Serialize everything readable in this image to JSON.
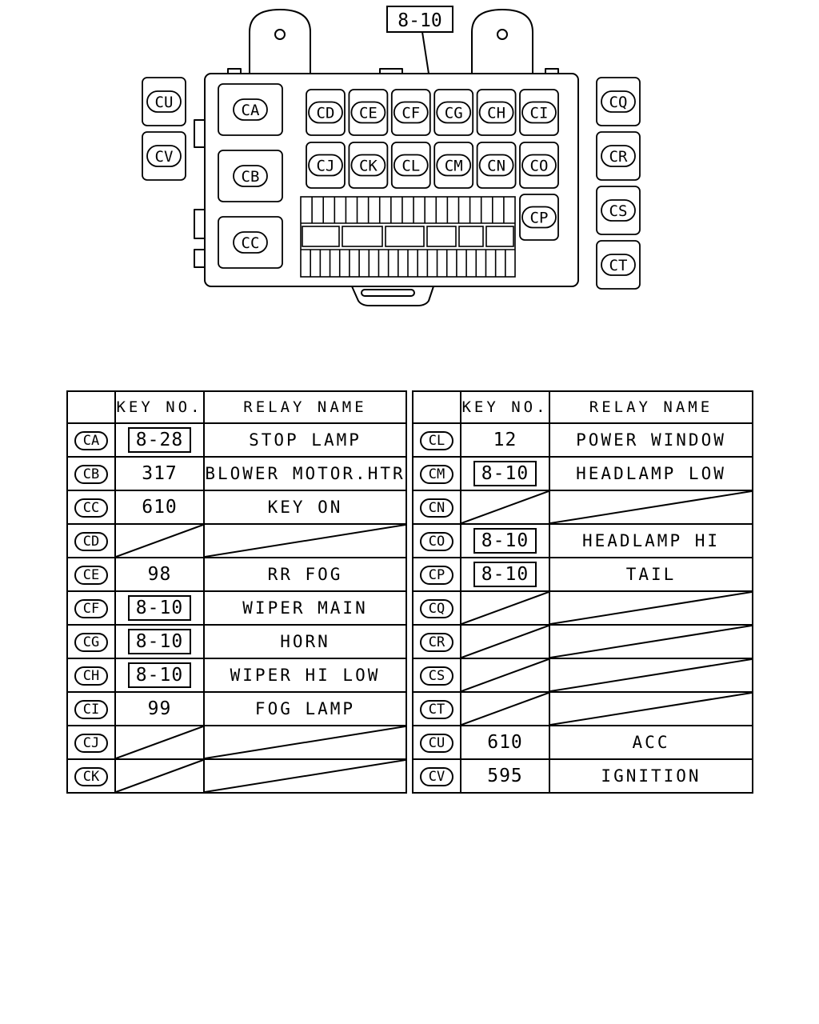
{
  "diagram": {
    "callout": "8-10",
    "connectors": [
      "CU",
      "CV",
      "CQ",
      "CR",
      "CS",
      "CT"
    ],
    "large_relays": [
      "CA",
      "CB",
      "CC"
    ],
    "small_relays_row1": [
      "CD",
      "CE",
      "CF",
      "CG",
      "CH",
      "CI"
    ],
    "small_relays_row2": [
      "CJ",
      "CK",
      "CL",
      "CM",
      "CN",
      "CO"
    ],
    "side_relay": "CP"
  },
  "table": {
    "header_key": "KEY NO.",
    "header_name": "RELAY NAME",
    "left": [
      {
        "code": "CA",
        "key": "8-28",
        "boxed": true,
        "name": "STOP LAMP"
      },
      {
        "code": "CB",
        "key": "317",
        "boxed": false,
        "name": "BLOWER MOTOR.HTR"
      },
      {
        "code": "CC",
        "key": "610",
        "boxed": false,
        "name": "KEY ON"
      },
      {
        "code": "CD",
        "key": "",
        "boxed": false,
        "name": ""
      },
      {
        "code": "CE",
        "key": "98",
        "boxed": false,
        "name": "RR FOG"
      },
      {
        "code": "CF",
        "key": "8-10",
        "boxed": true,
        "name": "WIPER MAIN"
      },
      {
        "code": "CG",
        "key": "8-10",
        "boxed": true,
        "name": "HORN"
      },
      {
        "code": "CH",
        "key": "8-10",
        "boxed": true,
        "name": "WIPER HI LOW"
      },
      {
        "code": "CI",
        "key": "99",
        "boxed": false,
        "name": "FOG LAMP"
      },
      {
        "code": "CJ",
        "key": "",
        "boxed": false,
        "name": ""
      },
      {
        "code": "CK",
        "key": "",
        "boxed": false,
        "name": ""
      }
    ],
    "right": [
      {
        "code": "CL",
        "key": "12",
        "boxed": false,
        "name": "POWER WINDOW"
      },
      {
        "code": "CM",
        "key": "8-10",
        "boxed": true,
        "name": "HEADLAMP LOW"
      },
      {
        "code": "CN",
        "key": "",
        "boxed": false,
        "name": ""
      },
      {
        "code": "CO",
        "key": "8-10",
        "boxed": true,
        "name": "HEADLAMP HI"
      },
      {
        "code": "CP",
        "key": "8-10",
        "boxed": true,
        "name": "TAIL"
      },
      {
        "code": "CQ",
        "key": "",
        "boxed": false,
        "name": ""
      },
      {
        "code": "CR",
        "key": "",
        "boxed": false,
        "name": ""
      },
      {
        "code": "CS",
        "key": "",
        "boxed": false,
        "name": ""
      },
      {
        "code": "CT",
        "key": "",
        "boxed": false,
        "name": ""
      },
      {
        "code": "CU",
        "key": "610",
        "boxed": false,
        "name": "ACC"
      },
      {
        "code": "CV",
        "key": "595",
        "boxed": false,
        "name": "IGNITION"
      }
    ]
  }
}
